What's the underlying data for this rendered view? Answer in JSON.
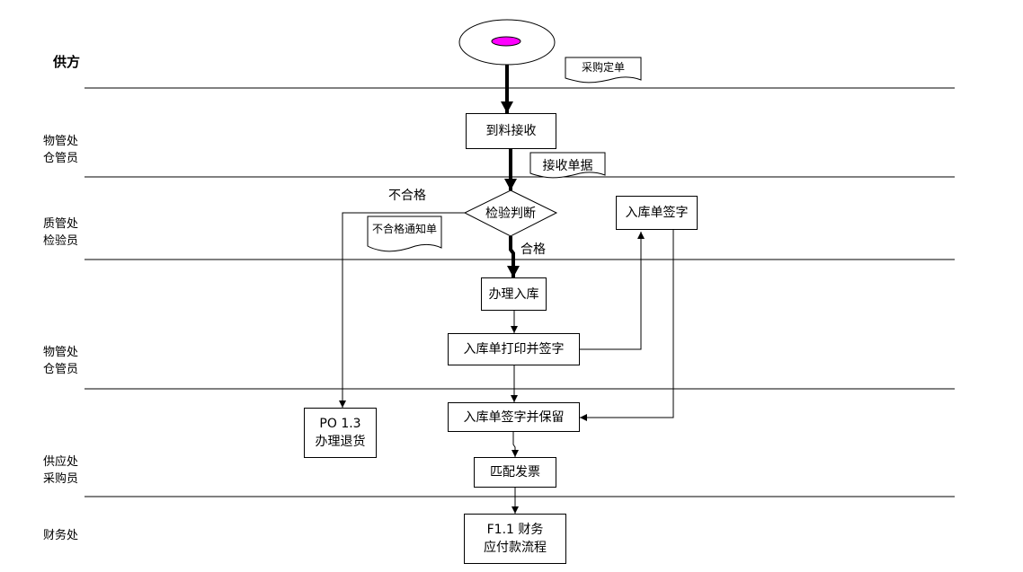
{
  "lanes": [
    {
      "id": "supplier",
      "label": "供方"
    },
    {
      "id": "warehouse-1",
      "label": "物管处\n仓管员"
    },
    {
      "id": "quality",
      "label": "质管处\n检验员"
    },
    {
      "id": "warehouse-2",
      "label": "物管处\n仓管员"
    },
    {
      "id": "purchasing",
      "label": "供应处\n采购员"
    },
    {
      "id": "finance",
      "label": "财务处"
    }
  ],
  "documents": {
    "purchase_order": "采购定单",
    "receipt_doc": "接收单据",
    "reject_notice": "不合格通知单"
  },
  "steps": {
    "receive": "到料接收",
    "inspect": "检验判断",
    "stock_in": "办理入库",
    "print_sign": "入库单打印并签字",
    "sign_receipt": "入库单签字",
    "sign_keep": "入库单签字并保留",
    "match_invoice": "匹配发票",
    "return_goods": "PO 1.3\n办理退货",
    "payables": "F1.1 财务\n应付款流程"
  },
  "branch_labels": {
    "fail": "不合格",
    "pass": "合格"
  },
  "colors": {
    "start_marker": "#ff00ff",
    "line": "#000000"
  }
}
